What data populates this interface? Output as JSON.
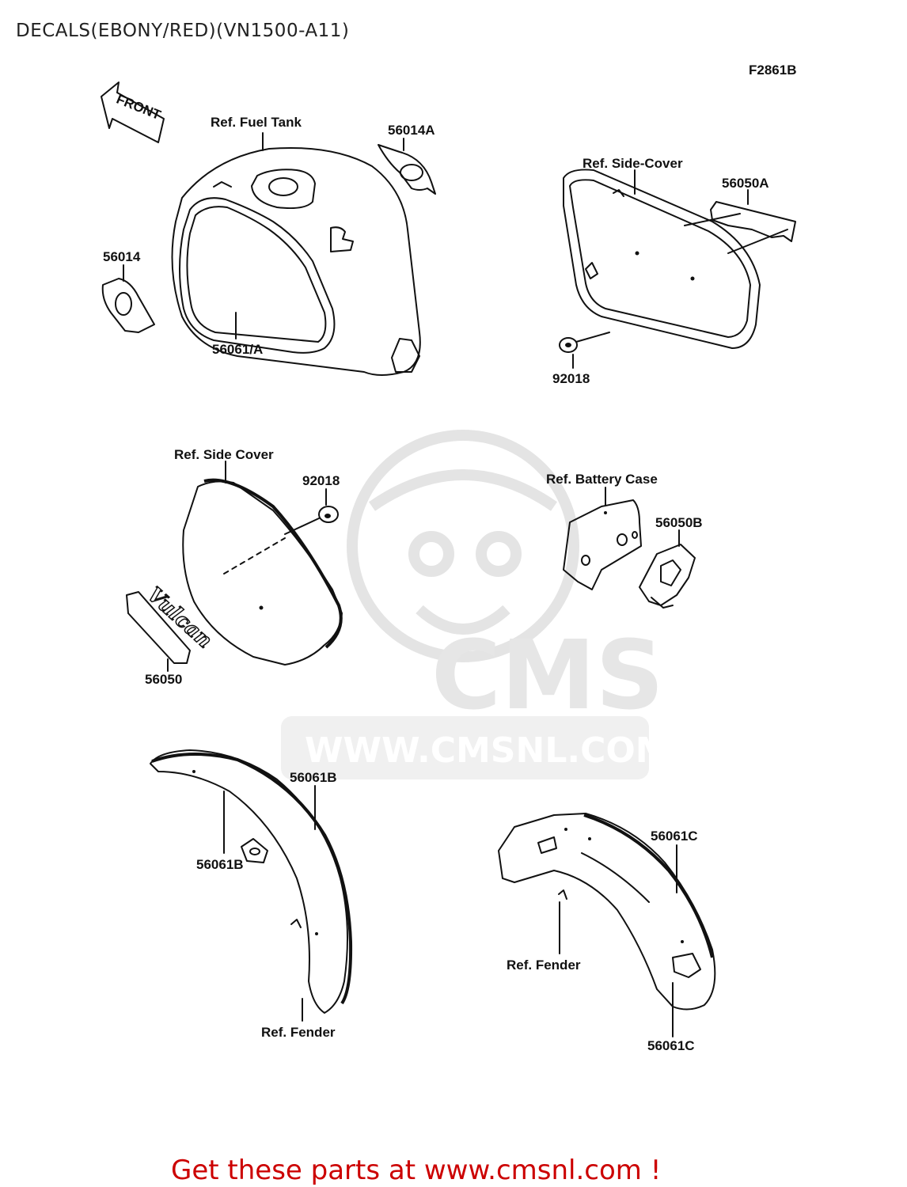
{
  "page": {
    "title": "DECALS(EBONY/RED)(VN1500-A11)",
    "figure_code": "F2861B",
    "footer": "Get these parts at www.cmsnl.com !"
  },
  "watermark": {
    "brand": "CMS",
    "url": "WWW.CMSNL.COM"
  },
  "front_arrow": {
    "label": "FRONT"
  },
  "emblem": {
    "text": "Vulcan"
  },
  "labels": {
    "fuel_tank_ref": "Ref. Fuel Tank",
    "part_56014A": "56014A",
    "part_56014": "56014",
    "part_56061A": "56061/A",
    "side_cover_ref_right": "Ref. Side-Cover",
    "part_56050A": "56050A",
    "part_92018_top": "92018",
    "side_cover_ref_left": "Ref. Side Cover",
    "part_92018_mid": "92018",
    "part_56050": "56050",
    "battery_case_ref": "Ref. Battery Case",
    "part_56050B": "56050B",
    "part_56061B_top": "56061B",
    "part_56061B_side": "56061B",
    "fender_ref_front": "Ref. Fender",
    "part_56061C_top": "56061C",
    "fender_ref_rear": "Ref. Fender",
    "part_56061C_bottom": "56061C"
  }
}
